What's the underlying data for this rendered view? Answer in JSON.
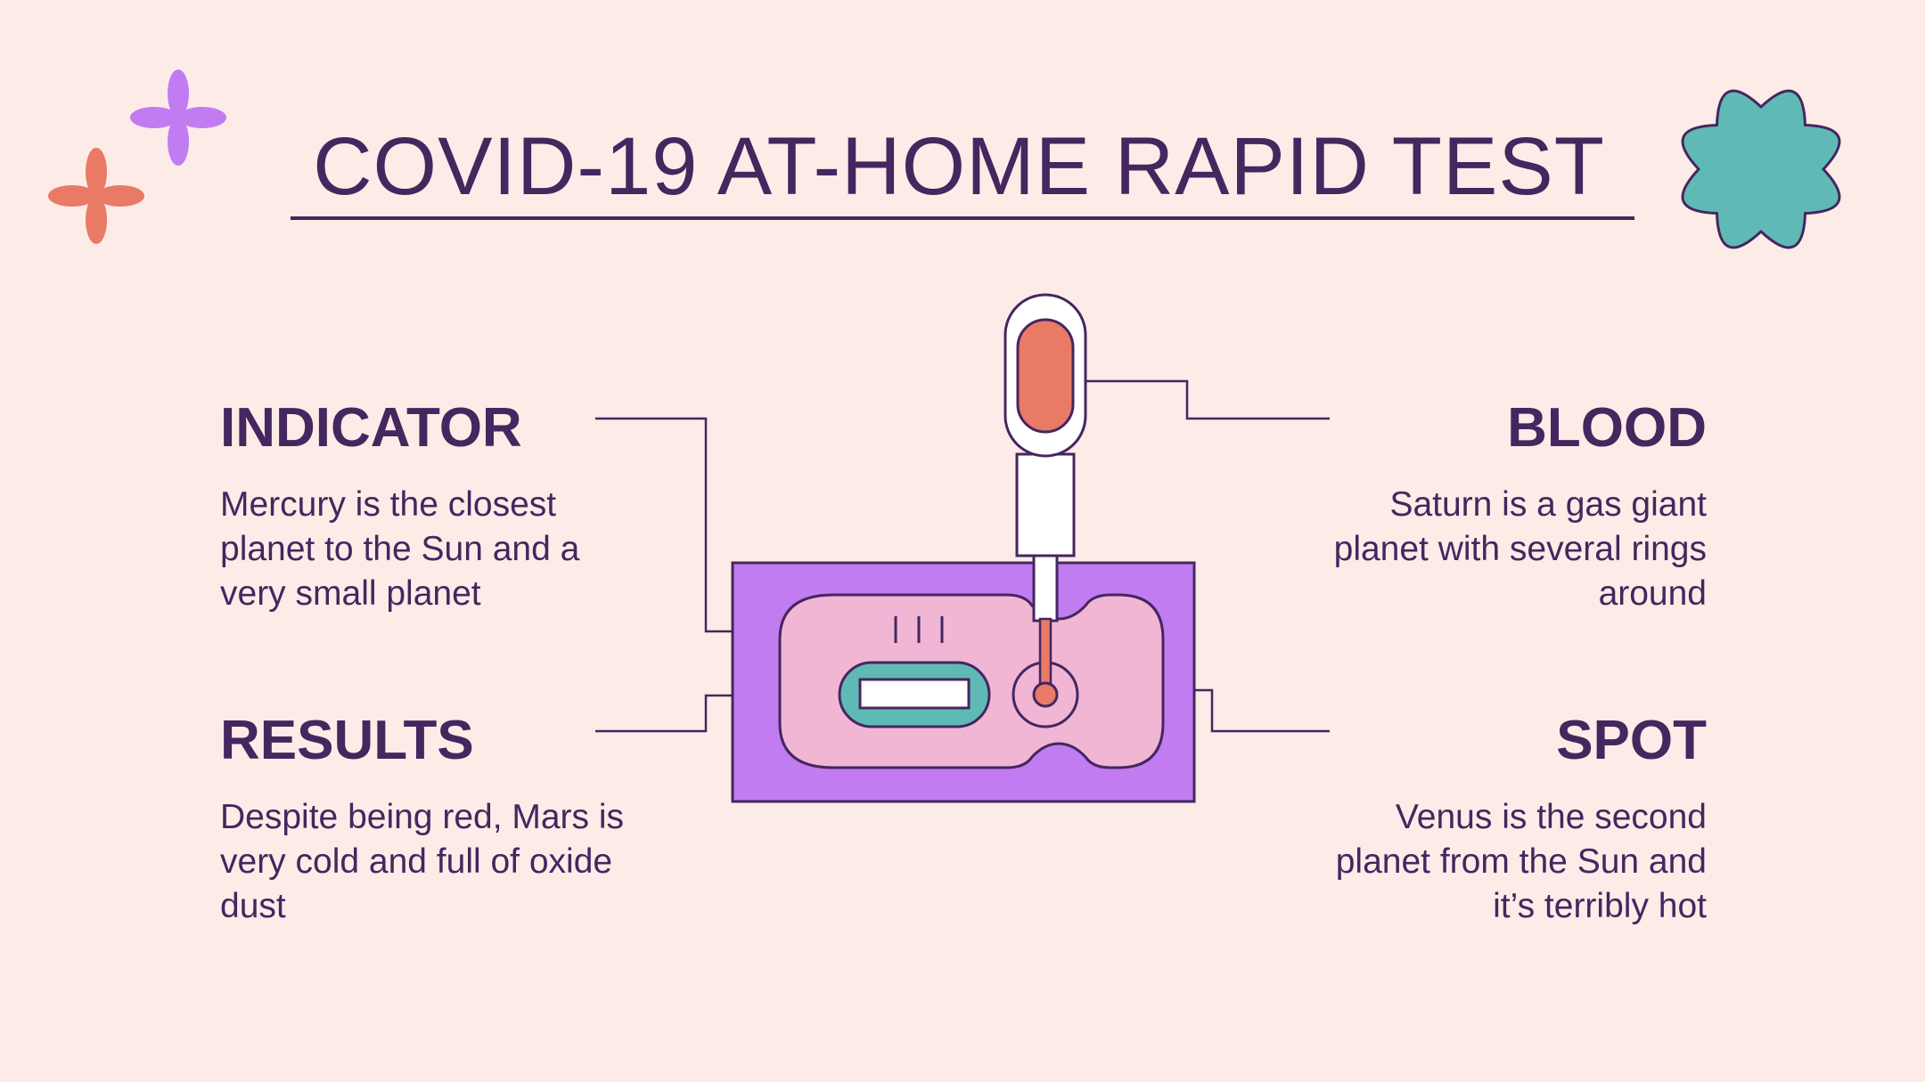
{
  "title": "COVID-19 AT-HOME RAPID TEST",
  "sections": {
    "indicator": {
      "heading": "INDICATOR",
      "body": "Mercury is the closest planet to the Sun and a very small planet"
    },
    "results": {
      "heading": "RESULTS",
      "body": "Despite being red, Mars is very cold and full of oxide dust"
    },
    "blood": {
      "heading": "BLOOD",
      "body": "Saturn is a gas giant planet with several rings around"
    },
    "spot": {
      "heading": "SPOT",
      "body": "Venus is the second planet from the Sun and it’s terribly hot"
    }
  },
  "colors": {
    "background": "#fdebe8",
    "ink": "#45265f",
    "device_outer": "#c17cf2",
    "device_inner": "#f0b6d4",
    "window": "#5fbab5",
    "blood": "#e87a66",
    "flower_purple": "#c17cf2",
    "flower_orange": "#e87a66",
    "flower_teal": "#5fbab5"
  },
  "icons": [
    "purple-flower-icon",
    "orange-flower-icon",
    "teal-flower-icon",
    "test-cassette-icon",
    "dropper-icon"
  ]
}
